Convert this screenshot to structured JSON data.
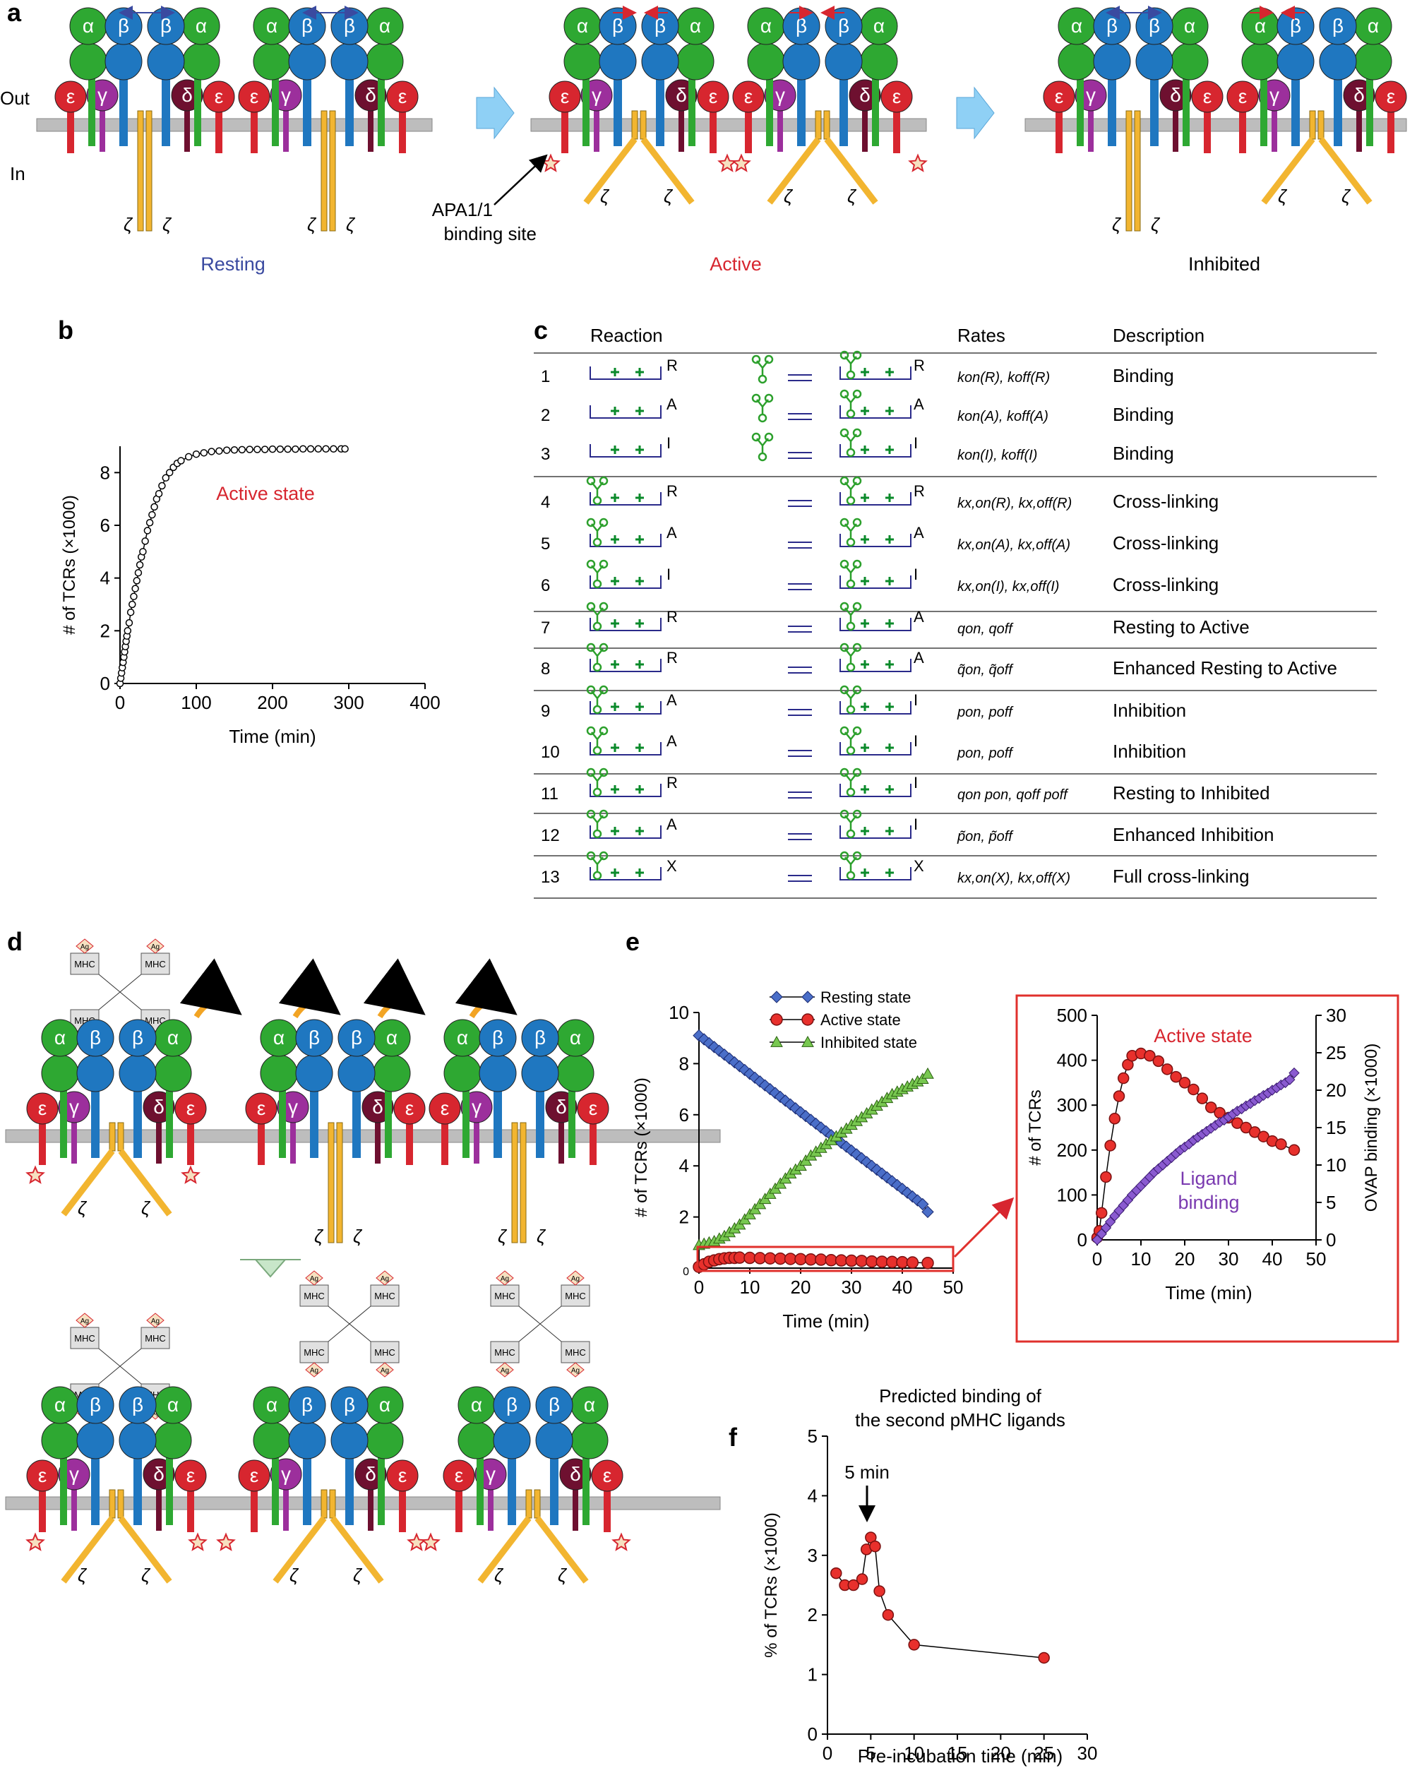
{
  "colors": {
    "alpha": "#2ea832",
    "beta": "#1f77c0",
    "epsilon": "#d7262f",
    "gamma": "#9c2f9c",
    "delta": "#6e1030",
    "zeta": "#f2b530",
    "membrane": "#bdbdbd",
    "active_red": "#d7262f",
    "resting_blue": "#3a4aa0",
    "resting_marker": "#3d5aa8",
    "inhibited_marker": "#64b23a",
    "ligand_purple": "#7a3ab0"
  },
  "greek": {
    "alpha": "α",
    "beta": "β",
    "epsilon": "ε",
    "gamma": "γ",
    "delta": "δ",
    "zeta": "ζ"
  },
  "panel_a": {
    "letter": "a",
    "out_label": "Out",
    "in_label": "In",
    "resting_label": "Resting",
    "active_label": "Active",
    "inhibited_label": "Inhibited",
    "binding_site_label": [
      "APA1/1",
      "binding site"
    ]
  },
  "panel_b": {
    "letter": "b"
  },
  "panel_c": {
    "letter": "c",
    "headers": {
      "reaction": "Reaction",
      "rates": "Rates",
      "description": "Description"
    },
    "rows": [
      {
        "num": "1",
        "left": "R",
        "right": "R",
        "rates": "kon(R), koff(R)",
        "description": "Binding"
      },
      {
        "num": "2",
        "left": "A",
        "right": "A",
        "rates": "kon(A), koff(A)",
        "description": "Binding"
      },
      {
        "num": "3",
        "left": "I",
        "right": "I",
        "rates": "kon(I), koff(I)",
        "description": "Binding"
      },
      {
        "num": "4",
        "left": "R",
        "right": "R",
        "rates": "kx,on(R), kx,off(R)",
        "description": "Cross-linking"
      },
      {
        "num": "5",
        "left": "A",
        "right": "A",
        "rates": "kx,on(A), kx,off(A)",
        "description": "Cross-linking"
      },
      {
        "num": "6",
        "left": "I",
        "right": "I",
        "rates": "kx,on(I), kx,off(I)",
        "description": "Cross-linking"
      },
      {
        "num": "7",
        "left": "R",
        "right": "A",
        "rates": "qon, qoff",
        "description": "Resting to Active"
      },
      {
        "num": "8",
        "left": "R",
        "right": "A",
        "rates": "q̃on, q̃off",
        "description": "Enhanced Resting to Active"
      },
      {
        "num": "9",
        "left": "A",
        "right": "I",
        "rates": "pon, poff",
        "description": "Inhibition"
      },
      {
        "num": "10",
        "left": "A",
        "right": "I",
        "rates": "pon, poff",
        "description": "Inhibition"
      },
      {
        "num": "11",
        "left": "R",
        "right": "I",
        "rates": "qon pon, qoff poff",
        "description": "Resting to Inhibited"
      },
      {
        "num": "12",
        "left": "A",
        "right": "I",
        "rates": "p̃on, p̃off",
        "description": "Enhanced Inhibition"
      },
      {
        "num": "13",
        "left": "X",
        "right": "X",
        "rates": "kx,on(X), kx,off(X)",
        "description": "Full cross-linking"
      }
    ]
  },
  "panel_d": {
    "letter": "d",
    "mhc_label": "MHC",
    "ag_label": "Ag"
  },
  "panel_e": {
    "letter": "e"
  },
  "panel_f": {
    "letter": "f"
  },
  "chart_data": [
    {
      "id": "b",
      "type": "scatter",
      "xlabel": "Time (min)",
      "ylabel": "# of TCRs (×1000)",
      "xlim": [
        0,
        400
      ],
      "ylim": [
        0,
        9
      ],
      "xticks": [
        0,
        100,
        200,
        300,
        400
      ],
      "yticks": [
        0,
        2,
        4,
        6,
        8
      ],
      "annotation": "Active state",
      "series": [
        {
          "x": [
            0,
            1,
            2,
            3,
            4,
            5,
            6,
            7,
            8,
            9,
            10,
            12,
            14,
            16,
            18,
            20,
            22,
            24,
            26,
            28,
            30,
            33,
            36,
            39,
            42,
            45,
            48,
            51,
            55,
            60,
            65,
            70,
            75,
            80,
            90,
            100,
            110,
            120,
            130,
            140,
            150,
            160,
            170,
            180,
            190,
            200,
            210,
            220,
            230,
            240,
            250,
            260,
            270,
            280,
            290,
            295
          ],
          "y": [
            0,
            0.2,
            0.4,
            0.6,
            0.8,
            1.0,
            1.2,
            1.4,
            1.6,
            1.8,
            2.0,
            2.3,
            2.7,
            3.0,
            3.3,
            3.6,
            3.9,
            4.2,
            4.5,
            4.8,
            5.0,
            5.4,
            5.8,
            6.1,
            6.4,
            6.7,
            7.0,
            7.2,
            7.5,
            7.8,
            8.0,
            8.2,
            8.35,
            8.45,
            8.6,
            8.7,
            8.75,
            8.8,
            8.82,
            8.85,
            8.86,
            8.87,
            8.88,
            8.88,
            8.88,
            8.89,
            8.89,
            8.89,
            8.89,
            8.9,
            8.9,
            8.9,
            8.9,
            8.9,
            8.9,
            8.9
          ]
        }
      ]
    },
    {
      "id": "e-main",
      "type": "line",
      "xlabel": "Time (min)",
      "ylabel": "# of TCRs (×1000)",
      "xlim": [
        0,
        50
      ],
      "ylim": [
        0,
        10
      ],
      "xticks": [
        0,
        10,
        20,
        30,
        40,
        50
      ],
      "yticks": [
        2,
        4,
        6,
        8,
        10
      ],
      "origin_label": "0",
      "series": [
        {
          "name": "Resting state",
          "marker": "diamond",
          "x": [
            0,
            1,
            2,
            3,
            4,
            5,
            6,
            7,
            8,
            9,
            10,
            11,
            12,
            13,
            14,
            15,
            16,
            17,
            18,
            19,
            20,
            21,
            22,
            23,
            24,
            25,
            26,
            27,
            28,
            29,
            30,
            31,
            32,
            33,
            34,
            35,
            36,
            37,
            38,
            39,
            40,
            41,
            42,
            43,
            44,
            45
          ],
          "y": [
            9.1,
            8.95,
            8.8,
            8.65,
            8.5,
            8.35,
            8.2,
            8.05,
            7.9,
            7.75,
            7.6,
            7.45,
            7.3,
            7.15,
            7.0,
            6.85,
            6.7,
            6.55,
            6.4,
            6.25,
            6.1,
            5.95,
            5.8,
            5.65,
            5.5,
            5.35,
            5.2,
            5.05,
            4.9,
            4.75,
            4.6,
            4.45,
            4.3,
            4.15,
            4.0,
            3.85,
            3.7,
            3.55,
            3.4,
            3.25,
            3.1,
            2.95,
            2.8,
            2.65,
            2.5,
            2.2
          ]
        },
        {
          "name": "Active state",
          "marker": "circle",
          "x": [
            0,
            1,
            2,
            3,
            4,
            5,
            6,
            7,
            8,
            10,
            12,
            14,
            16,
            18,
            20,
            22,
            24,
            26,
            28,
            30,
            32,
            34,
            36,
            38,
            40,
            42,
            45
          ],
          "y": [
            0.05,
            0.15,
            0.25,
            0.3,
            0.35,
            0.38,
            0.4,
            0.4,
            0.41,
            0.4,
            0.39,
            0.38,
            0.37,
            0.36,
            0.35,
            0.34,
            0.33,
            0.31,
            0.3,
            0.29,
            0.28,
            0.26,
            0.25,
            0.24,
            0.23,
            0.22,
            0.2
          ]
        },
        {
          "name": "Inhibited state",
          "marker": "triangle",
          "x": [
            0,
            1,
            2,
            3,
            4,
            5,
            6,
            7,
            8,
            9,
            10,
            11,
            12,
            13,
            14,
            15,
            16,
            17,
            18,
            19,
            20,
            21,
            22,
            23,
            24,
            25,
            26,
            27,
            28,
            29,
            30,
            31,
            32,
            33,
            34,
            35,
            36,
            37,
            38,
            39,
            40,
            41,
            42,
            43,
            44,
            45
          ],
          "y": [
            0.9,
            0.95,
            1.0,
            1.05,
            1.15,
            1.25,
            1.4,
            1.55,
            1.7,
            1.9,
            2.1,
            2.3,
            2.5,
            2.7,
            2.9,
            3.1,
            3.3,
            3.5,
            3.7,
            3.85,
            4.0,
            4.2,
            4.4,
            4.55,
            4.7,
            4.85,
            5.0,
            5.15,
            5.3,
            5.45,
            5.6,
            5.75,
            5.9,
            6.05,
            6.2,
            6.35,
            6.5,
            6.65,
            6.8,
            6.9,
            7.0,
            7.1,
            7.2,
            7.3,
            7.4,
            7.6
          ]
        }
      ]
    },
    {
      "id": "e-inset",
      "type": "line",
      "xlabel": "Time (min)",
      "ylabel": "# of TCRs",
      "y2label": "OVAP binding (×1000)",
      "xlim": [
        0,
        50
      ],
      "ylim": [
        0,
        500
      ],
      "y2lim": [
        0,
        30
      ],
      "xticks": [
        0,
        10,
        20,
        30,
        40,
        50
      ],
      "yticks": [
        0,
        100,
        200,
        300,
        400,
        500
      ],
      "y2ticks": [
        0,
        5,
        10,
        15,
        20,
        25,
        30
      ],
      "annotations": [
        "Active state",
        "Ligand",
        "binding"
      ],
      "series": [
        {
          "name": "Active state",
          "marker": "circle",
          "axis": "left",
          "x": [
            0,
            0.5,
            1,
            2,
            3,
            4,
            5,
            6,
            7,
            8,
            10,
            12,
            14,
            16,
            18,
            20,
            22,
            24,
            26,
            28,
            30,
            32,
            34,
            36,
            38,
            40,
            42,
            45
          ],
          "y": [
            5,
            20,
            60,
            140,
            210,
            270,
            320,
            360,
            390,
            410,
            415,
            410,
            398,
            380,
            363,
            350,
            335,
            315,
            295,
            283,
            272,
            260,
            250,
            240,
            230,
            220,
            213,
            200
          ]
        },
        {
          "name": "Ligand binding",
          "marker": "diamond",
          "axis": "right",
          "x": [
            0,
            1,
            2,
            3,
            4,
            5,
            6,
            7,
            8,
            9,
            10,
            11,
            12,
            13,
            14,
            15,
            16,
            17,
            18,
            19,
            20,
            21,
            22,
            23,
            24,
            25,
            26,
            27,
            28,
            29,
            30,
            31,
            32,
            33,
            34,
            35,
            36,
            37,
            38,
            39,
            40,
            41,
            42,
            43,
            44,
            45
          ],
          "y": [
            0,
            0.8,
            1.6,
            2.4,
            3.2,
            3.9,
            4.6,
            5.3,
            6.0,
            6.6,
            7.2,
            7.8,
            8.4,
            9.0,
            9.5,
            10.0,
            10.5,
            11.0,
            11.5,
            12.0,
            12.4,
            12.8,
            13.3,
            13.7,
            14.1,
            14.5,
            14.9,
            15.3,
            15.7,
            16.0,
            16.4,
            16.8,
            17.2,
            17.5,
            17.9,
            18.2,
            18.6,
            18.9,
            19.3,
            19.6,
            20.0,
            20.3,
            20.7,
            21.0,
            21.4,
            22.3
          ]
        }
      ]
    },
    {
      "id": "f",
      "type": "line",
      "title": [
        "Predicted binding of",
        "the second pMHC ligands"
      ],
      "xlabel": "Pre-incubation time (min)",
      "ylabel": "% of TCRs (×1000)",
      "xlim": [
        0,
        30
      ],
      "ylim": [
        0,
        5
      ],
      "xticks": [
        0,
        5,
        10,
        15,
        20,
        25,
        30
      ],
      "yticks": [
        0,
        1,
        2,
        3,
        4,
        5
      ],
      "annotation": "5 min",
      "series": [
        {
          "x": [
            1,
            2,
            3,
            4,
            4.5,
            5,
            5.5,
            6,
            7,
            10,
            25
          ],
          "y": [
            2.7,
            2.5,
            2.5,
            2.6,
            3.1,
            3.3,
            3.15,
            2.4,
            2.0,
            1.5,
            1.28
          ]
        }
      ]
    }
  ]
}
